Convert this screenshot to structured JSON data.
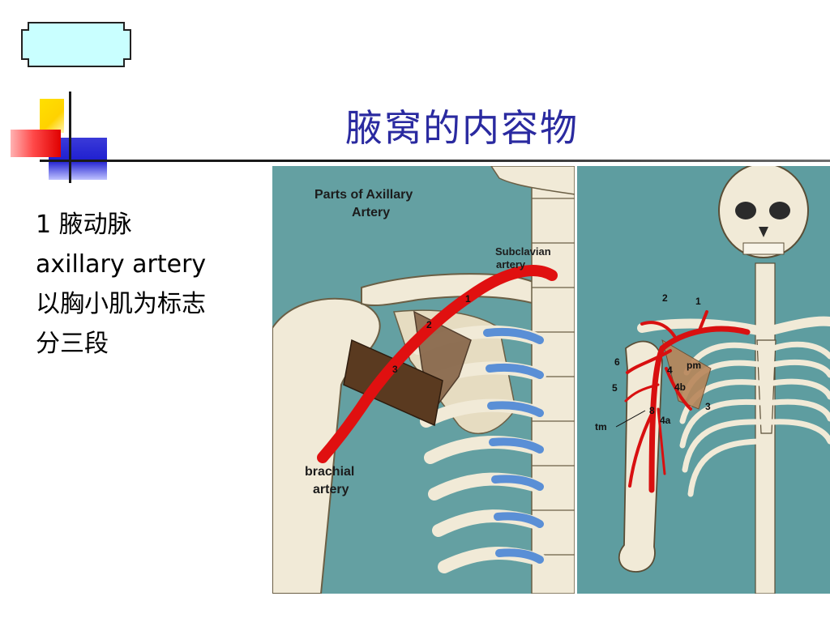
{
  "slide": {
    "title": "腋窝的内容物",
    "bullets": [
      {
        "text": "1 腋动脉"
      },
      {
        "text": "axillary artery"
      },
      {
        "text": "以胸小肌为标志"
      },
      {
        "text": "分三段"
      }
    ]
  },
  "figure_left": {
    "heading_line1": "Parts of Axillary",
    "heading_line2": "Artery",
    "subclavian_line1": "Subclavian",
    "subclavian_line2": "artery",
    "brachial_line1": "brachial",
    "brachial_line2": "artery",
    "segment_numbers": [
      "1",
      "2",
      "3"
    ]
  },
  "figure_right": {
    "labels": [
      "2",
      "1",
      "6",
      "4",
      "pm",
      "5",
      "4b",
      "3",
      "tm",
      "8",
      "4a"
    ]
  },
  "colors": {
    "title": "#2a2aa0",
    "artery": "#e01010",
    "muscle_teal_bg": "#64a0a2",
    "rib_blue": "#5a8fd6",
    "bone": "#f1ead7",
    "corner_box": "#c9ffff"
  }
}
